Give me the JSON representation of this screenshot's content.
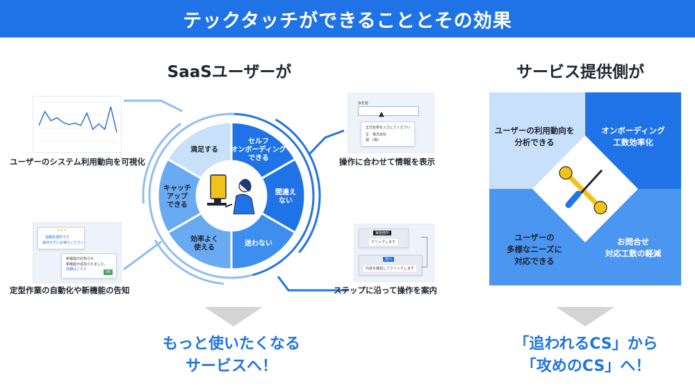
{
  "banner": {
    "title": "テックタッチができることとその効果"
  },
  "left": {
    "heading": "SaaSユーザーが",
    "wheel_segments": [
      {
        "label": [
          "セルフ",
          "オンボーディング",
          "できる"
        ],
        "color": "#1f73e6",
        "text_color": "#ffffff"
      },
      {
        "label": [
          "間違え",
          "ない"
        ],
        "color": "#1f73e6",
        "text_color": "#ffffff"
      },
      {
        "label": [
          "迷わない"
        ],
        "color": "#3d8eef",
        "text_color": "#ffffff"
      },
      {
        "label": [
          "効率よく",
          "使える"
        ],
        "color": "#6aaaf3",
        "text_color": "#1f2430"
      },
      {
        "label": [
          "キャッチ",
          "アップ",
          "できる"
        ],
        "color": "#6aaaf3",
        "text_color": "#1f2430"
      },
      {
        "label": [
          "満足する"
        ],
        "color": "#c9e0fb",
        "text_color": "#1f2430"
      }
    ],
    "captions": {
      "top_left": "ユーザーのシステム利用動向を可視化",
      "top_right": "操作に合わせて情報を表示",
      "bottom_left": "定型作業の自動化や新機能の告知",
      "bottom_right": "ステップに沿って操作を案内"
    },
    "thumb_form": {
      "field_label": "会社名",
      "tooltip": "正式名称を入力してください",
      "example_1": "正　株式会社",
      "example_2": "誤　(株)"
    },
    "thumb_popup": {
      "stars": "★★★",
      "line_1": "自動処理中です",
      "line_2": "操作せずにお待ちください",
      "notice_title": "新機能のお知らせ",
      "notice_body_1": "新機能が追加されました。",
      "notice_body_2": "詳細はこちら",
      "ok": "OK"
    },
    "thumb_steps": {
      "tag_1": "実施箇所",
      "step_1": "クリックします",
      "tag_2": "次へ",
      "step_2": "内容を確認してクリックします"
    },
    "result": [
      "もっと使いたくなる",
      "サービスへ！"
    ]
  },
  "right": {
    "heading": "サービス提供側が",
    "quadrants": {
      "top_left": [
        "ユーザーの利用動向を",
        "分析できる"
      ],
      "top_right": [
        "オンボーディング",
        "工数効率化"
      ],
      "bottom_left": [
        "ユーザーの",
        "多様なニーズに",
        "対応できる"
      ],
      "bottom_right": [
        "お問合せ",
        "対応工数の軽減"
      ]
    },
    "result": [
      "「追われるCS」から",
      "「攻めのCS」へ！"
    ]
  },
  "chart_data": {
    "type": "line",
    "values": [
      20,
      38,
      26,
      30,
      24,
      21,
      23,
      20,
      36,
      15,
      22,
      15,
      44,
      11
    ]
  },
  "colors": {
    "brand": "#1f73e6",
    "light": "#c9e0fb",
    "mid": "#4a96f0"
  },
  "icons": {
    "tools": "wrench-screwdriver-icon",
    "person": "person-at-computer-icon"
  }
}
